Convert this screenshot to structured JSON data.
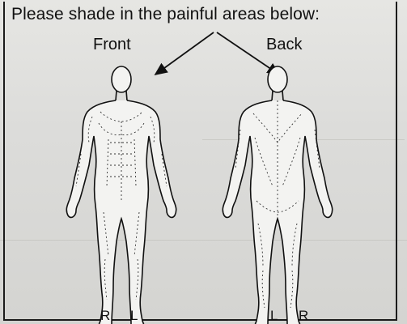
{
  "form": {
    "instruction": "Please shade in the painful areas below:",
    "front_label": "Front",
    "back_label": "Back",
    "front_sides": {
      "left": "R",
      "right": "L"
    },
    "back_sides": {
      "left": "L",
      "right": "R"
    }
  },
  "colors": {
    "ink": "#111111",
    "paper": "#e2e2df",
    "border": "#1b1b1b"
  },
  "icons": [
    "arrow-icon",
    "body-front-outline",
    "body-back-outline"
  ]
}
